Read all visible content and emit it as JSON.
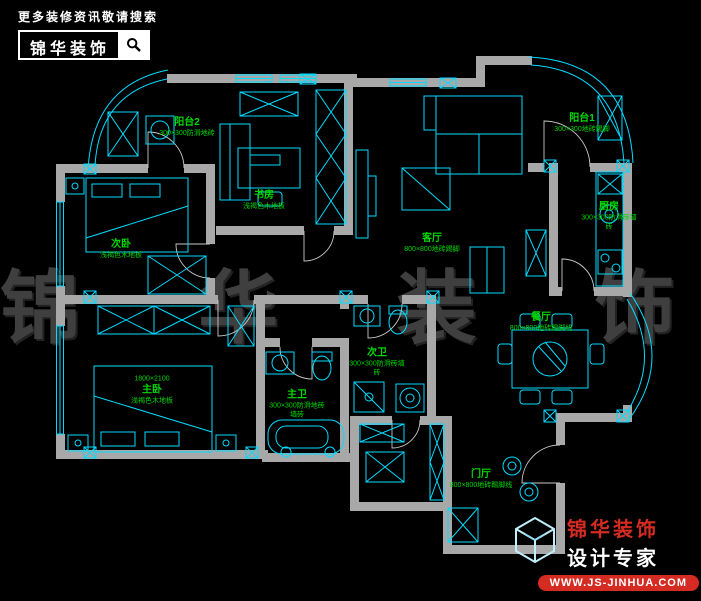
{
  "header": {
    "search_hint": "更多装修资讯敬请搜索",
    "logo_text": "锦华装饰"
  },
  "watermark": {
    "text": "锦 华 装 饰"
  },
  "rooms": [
    {
      "name": "阳台2",
      "spec": "300×300防滑地砖"
    },
    {
      "name": "书房",
      "spec": "浅褐色木地板"
    },
    {
      "name": "客厅",
      "spec": "800×800地砖踢脚"
    },
    {
      "name": "阳台1",
      "spec": "300×300地砖踢脚"
    },
    {
      "name": "厨房",
      "spec": "300×300防滑砖墙砖"
    },
    {
      "name": "次卧",
      "spec": "浅褐色木地板"
    },
    {
      "name": "主卧",
      "size": "1800×2100",
      "spec": "浅褐色木地板"
    },
    {
      "name": "次卫",
      "spec": "300×300防滑砖墙砖"
    },
    {
      "name": "主卫",
      "spec": "300×300防滑地砖墙砖"
    },
    {
      "name": "餐厅",
      "spec": "800×800地砖踢脚线"
    },
    {
      "name": "门厅",
      "spec": "800×800地砖踢脚线"
    }
  ],
  "footer": {
    "brand": "锦华装饰",
    "tagline": "设计专家",
    "website": "WWW.JS-JINHUA.COM"
  },
  "colors": {
    "background": "#000000",
    "cad_line": "#00dcff",
    "wall_fill": "#a8a8a8",
    "label_green": "#00d800",
    "watermark_gray": "#3f3f3f",
    "brand_red": "#d42b22"
  }
}
